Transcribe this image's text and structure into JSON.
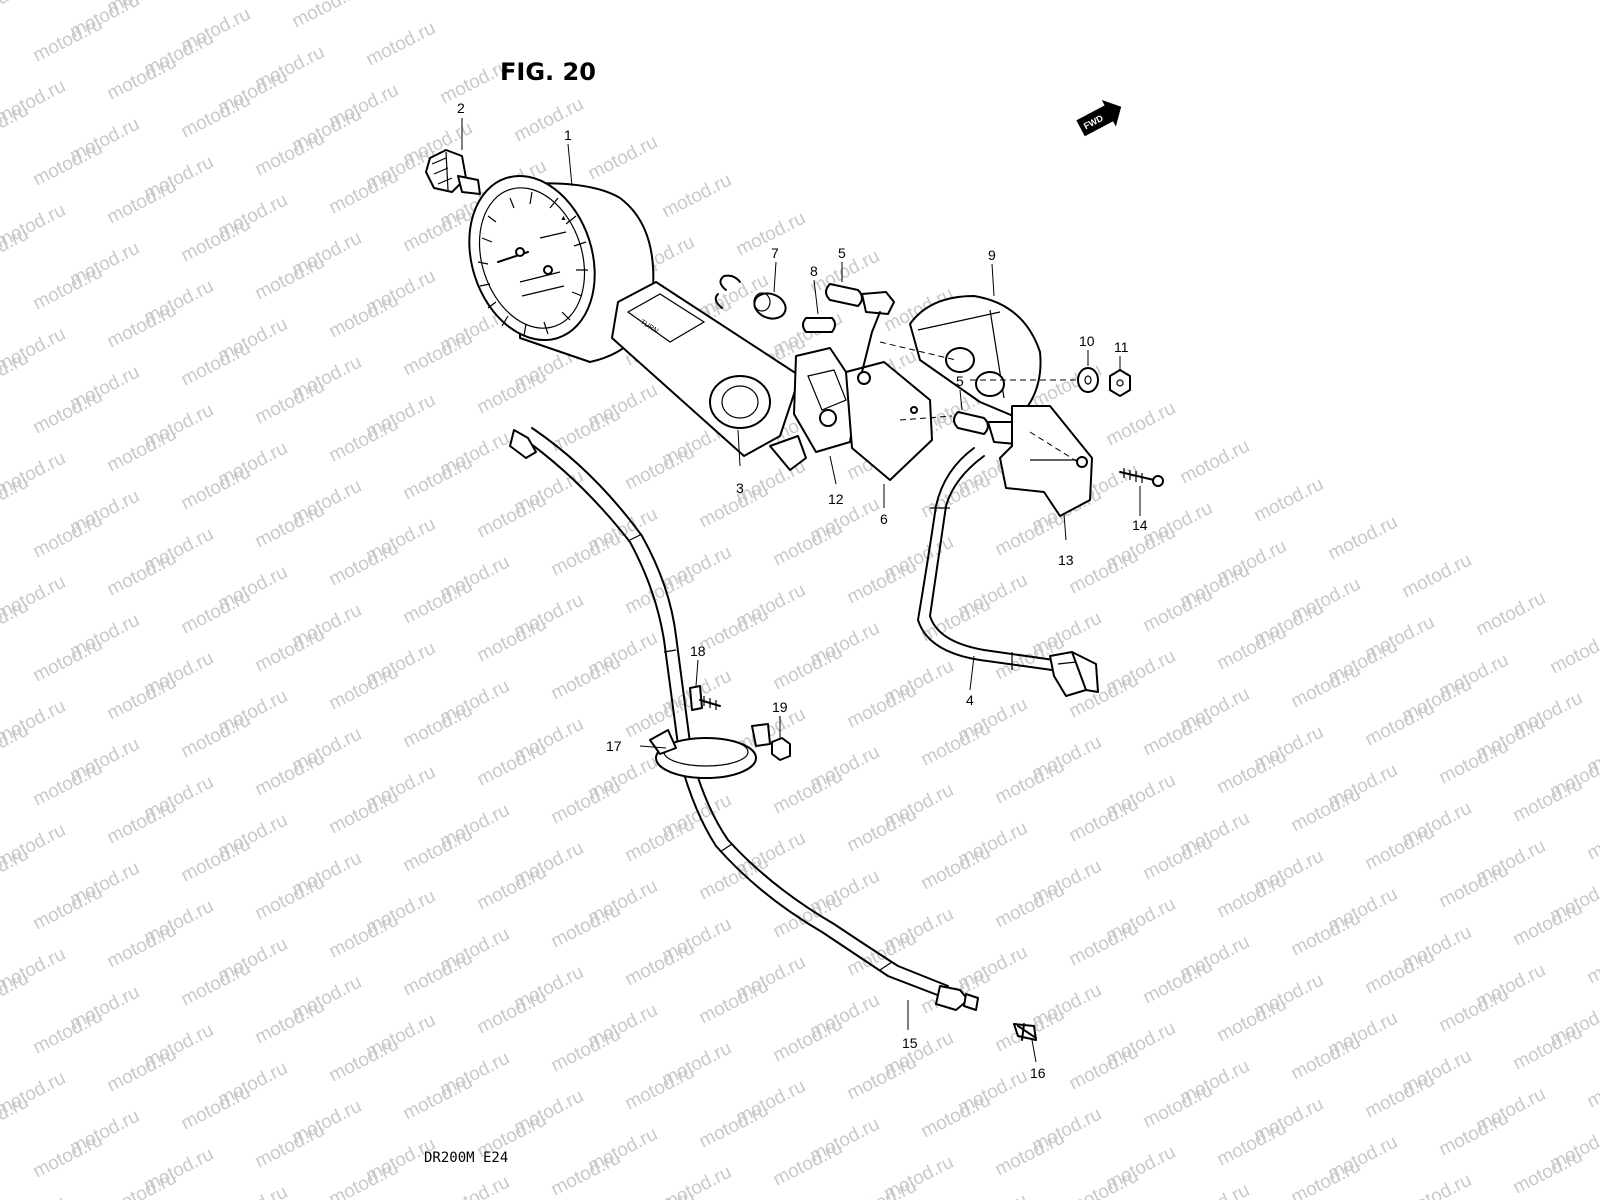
{
  "figure": {
    "title": "FIG. 20",
    "model_code": "DR200M E24",
    "forward_marker": "FWD",
    "watermark": "motod.ru",
    "line_color": "#000000",
    "watermark_color": "#c9c9c9",
    "background_color": "#ffffff"
  },
  "gauge_face_text": "TURN",
  "callouts": [
    "1",
    "2",
    "3",
    "4",
    "5",
    "5",
    "6",
    "7",
    "8",
    "9",
    "10",
    "11",
    "12",
    "13",
    "14",
    "15",
    "16",
    "17",
    "18",
    "19"
  ]
}
